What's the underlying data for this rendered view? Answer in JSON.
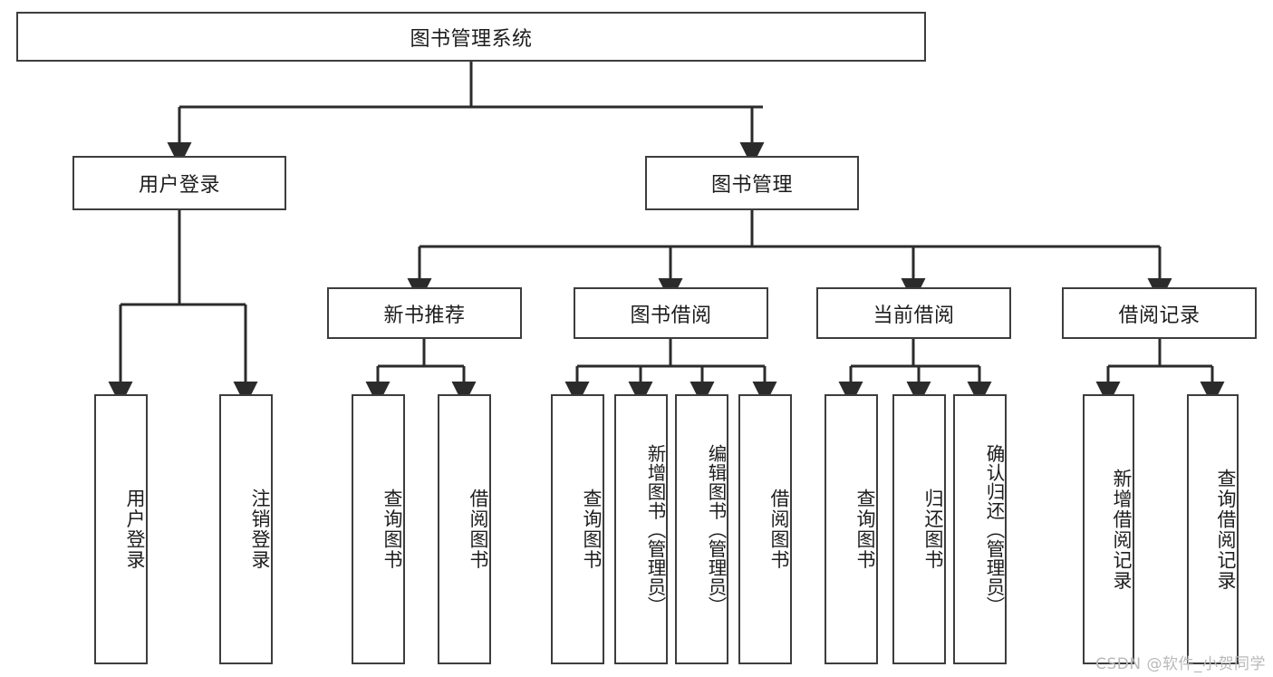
{
  "diagram": {
    "type": "tree",
    "title": "图书管理系统",
    "watermark": "CSDN @软件_小贺同学",
    "colors": {
      "background": "#ffffff",
      "border": "#3d3d3d",
      "text": "#1d1d1d",
      "edge": "#2b2b2b",
      "watermark": "#b9b9b9"
    },
    "nodes": {
      "root": {
        "label": "图书管理系统",
        "level": 0
      },
      "user_login": {
        "label": "用户登录",
        "level": 1
      },
      "book_manage": {
        "label": "图书管理",
        "level": 1
      },
      "new_book_rec": {
        "label": "新书推荐",
        "level": 2
      },
      "book_borrow": {
        "label": "图书借阅",
        "level": 2
      },
      "current_borrow": {
        "label": "当前借阅",
        "level": 2
      },
      "borrow_record": {
        "label": "借阅记录",
        "level": 2
      },
      "leaf_user_login": {
        "label": "用户登录",
        "level": 2
      },
      "leaf_logout": {
        "label": "注销登录",
        "level": 2
      },
      "leaf_query_book_1": {
        "label": "查询图书",
        "level": 3
      },
      "leaf_borrow_book_1": {
        "label": "借阅图书",
        "level": 3
      },
      "leaf_query_book_2": {
        "label": "查询图书",
        "level": 3
      },
      "leaf_add_book": {
        "label": "新增图书（管理员）",
        "level": 3
      },
      "leaf_edit_book": {
        "label": "编辑图书（管理员）",
        "level": 3
      },
      "leaf_borrow_book_2": {
        "label": "借阅图书",
        "level": 3
      },
      "leaf_query_book_3": {
        "label": "查询图书",
        "level": 3
      },
      "leaf_return_book": {
        "label": "归还图书",
        "level": 3
      },
      "leaf_confirm_return": {
        "label": "确认归还（管理员）",
        "level": 3
      },
      "leaf_add_record": {
        "label": "新增借阅记录",
        "level": 3
      },
      "leaf_query_record": {
        "label": "查询借阅记录",
        "level": 3
      }
    },
    "edges": [
      {
        "from": "root",
        "to": "user_login"
      },
      {
        "from": "root",
        "to": "book_manage"
      },
      {
        "from": "user_login",
        "to": "leaf_user_login"
      },
      {
        "from": "user_login",
        "to": "leaf_logout"
      },
      {
        "from": "book_manage",
        "to": "new_book_rec"
      },
      {
        "from": "book_manage",
        "to": "book_borrow"
      },
      {
        "from": "book_manage",
        "to": "current_borrow"
      },
      {
        "from": "book_manage",
        "to": "borrow_record"
      },
      {
        "from": "new_book_rec",
        "to": "leaf_query_book_1"
      },
      {
        "from": "new_book_rec",
        "to": "leaf_borrow_book_1"
      },
      {
        "from": "book_borrow",
        "to": "leaf_query_book_2"
      },
      {
        "from": "book_borrow",
        "to": "leaf_add_book"
      },
      {
        "from": "book_borrow",
        "to": "leaf_edit_book"
      },
      {
        "from": "book_borrow",
        "to": "leaf_borrow_book_2"
      },
      {
        "from": "current_borrow",
        "to": "leaf_query_book_3"
      },
      {
        "from": "current_borrow",
        "to": "leaf_return_book"
      },
      {
        "from": "current_borrow",
        "to": "leaf_confirm_return"
      },
      {
        "from": "borrow_record",
        "to": "leaf_add_record"
      },
      {
        "from": "borrow_record",
        "to": "leaf_query_record"
      }
    ]
  }
}
